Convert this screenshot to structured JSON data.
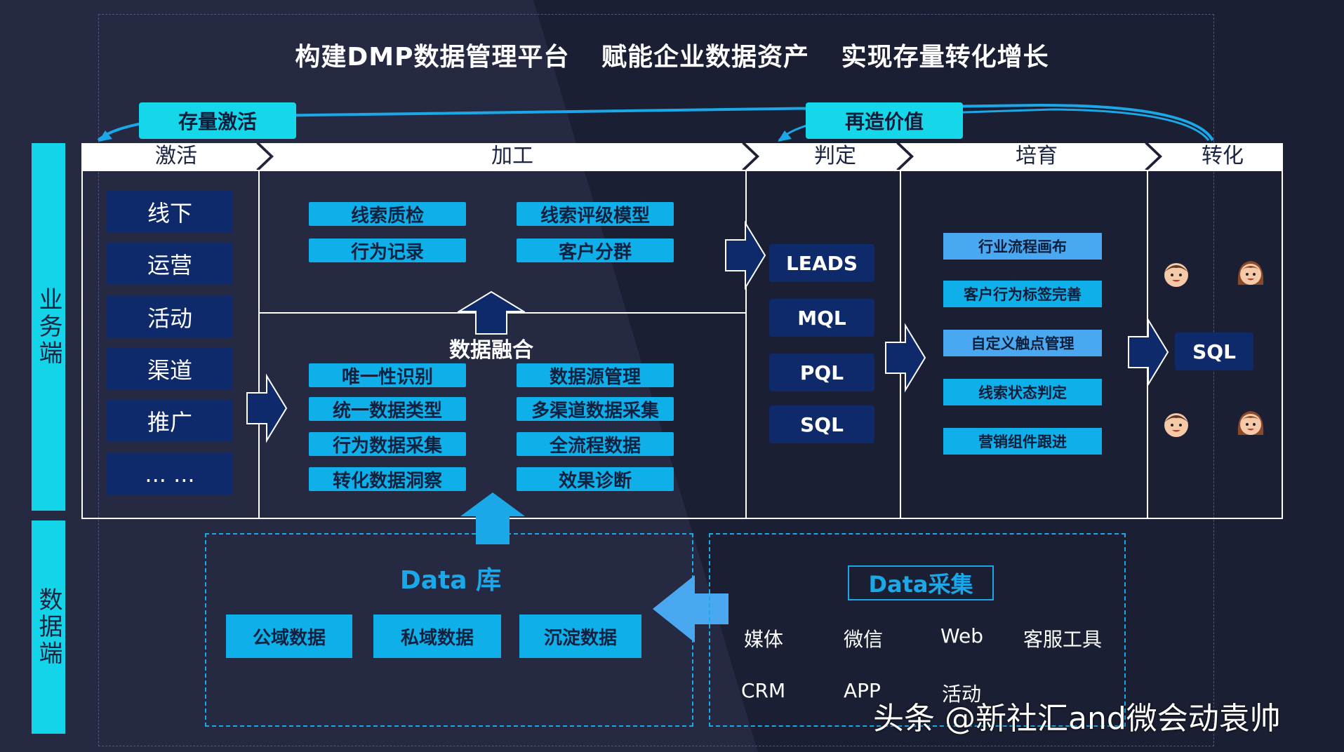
{
  "title": {
    "part1": "构建DMP数据管理平台",
    "part2": "赋能企业数据资产",
    "part3": "实现存量转化增长"
  },
  "loop_tags": {
    "left": "存量激活",
    "right": "再造价值"
  },
  "sidebar": {
    "business": "业务端",
    "data": "数据端"
  },
  "stages": [
    "激活",
    "加工",
    "判定",
    "培育",
    "转化"
  ],
  "activation_channels": [
    "线下",
    "运营",
    "活动",
    "渠道",
    "推广",
    "... ..."
  ],
  "processing": {
    "top_chips": [
      "线索质检",
      "线索评级模型",
      "行为记录",
      "客户分群"
    ],
    "fusion_label": "数据融合",
    "bottom_chips": [
      "唯一性识别",
      "数据源管理",
      "统一数据类型",
      "多渠道数据采集",
      "行为数据采集",
      "全流程数据",
      "转化数据洞察",
      "效果诊断"
    ]
  },
  "judgement": [
    "LEADS",
    "MQL",
    "PQL",
    "SQL"
  ],
  "nurture": [
    "行业流程画布",
    "客户行为标签完善",
    "自定义触点管理",
    "线索状态判定",
    "营销组件跟进"
  ],
  "conversion": {
    "label": "SQL"
  },
  "data_lib": {
    "title": "Data 库",
    "items": [
      "公域数据",
      "私域数据",
      "沉淀数据"
    ]
  },
  "data_collect": {
    "title": "Data采集",
    "sources": [
      "媒体",
      "微信",
      "Web",
      "客服工具",
      "CRM",
      "APP",
      "活动"
    ]
  },
  "watermark": "头条 @新社汇and微会动袁帅",
  "colors": {
    "background": "#1e2237",
    "cyan": "#16d6ea",
    "chip_blue": "#0fb0ea",
    "navy": "#0f2a6a",
    "light_blue": "#4aa8f0"
  }
}
